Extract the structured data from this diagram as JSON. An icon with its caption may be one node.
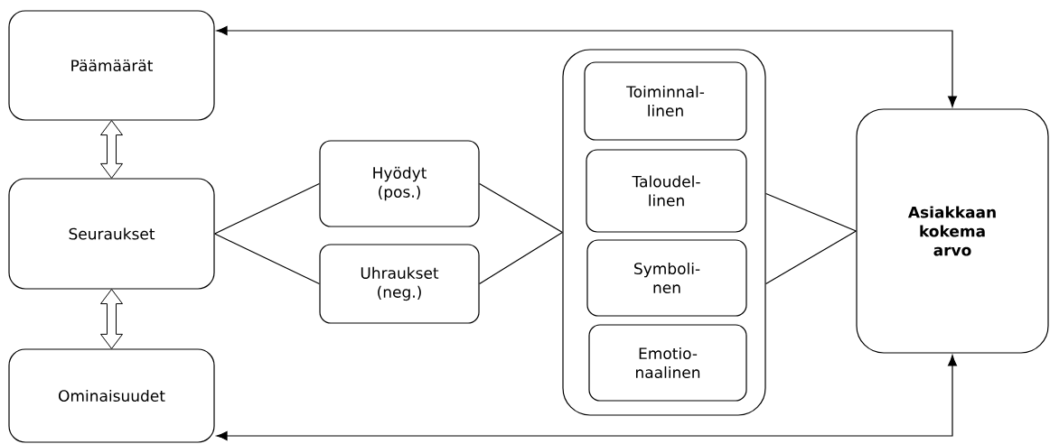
{
  "diagram": {
    "nodes": [
      {
        "text": [
          "Päämäärät"
        ]
      },
      {
        "text": [
          "Seuraukset"
        ]
      },
      {
        "text": [
          "Ominaisuudet"
        ]
      },
      {
        "text": [
          "Hyödyt (pos.)"
        ]
      },
      {
        "text": [
          "Uhraukset (neg.)"
        ]
      },
      {
        "text": [],
        "shape": "box"
      },
      {
        "text": [
          "Toiminnal- linen"
        ],
        "in": 5
      },
      {
        "text": [
          "Taloudel- linen"
        ],
        "in": 5
      },
      {
        "text": [
          "Symboli- nen"
        ],
        "in": 5
      },
      {
        "text": [
          "Emotio- naalinen"
        ],
        "in": 5
      },
      {
        "text": [
          "Asiakkaan kokema arvo"
        ]
      }
    ],
    "edges": [
      {
        "from": 10,
        "to": 0,
        "arrow": "both"
      },
      {
        "from": 10,
        "to": 2,
        "arrow": "both"
      },
      {
        "from": 0,
        "to": 1,
        "arrow": "both",
        "style": "thick"
      },
      {
        "from": 1,
        "to": 2,
        "arrow": "both",
        "style": "thick"
      },
      {
        "from": 1,
        "to": 3,
        "arrow": "none"
      },
      {
        "from": 1,
        "to": 4,
        "arrow": "none"
      },
      {
        "from": 3,
        "to": 5,
        "arrow": "none"
      },
      {
        "from": 4,
        "to": 5,
        "arrow": "none"
      },
      {
        "from": 5,
        "to": 10,
        "arrow": "none"
      },
      {
        "from": 5,
        "to": 10,
        "arrow": "none"
      }
    ]
  }
}
